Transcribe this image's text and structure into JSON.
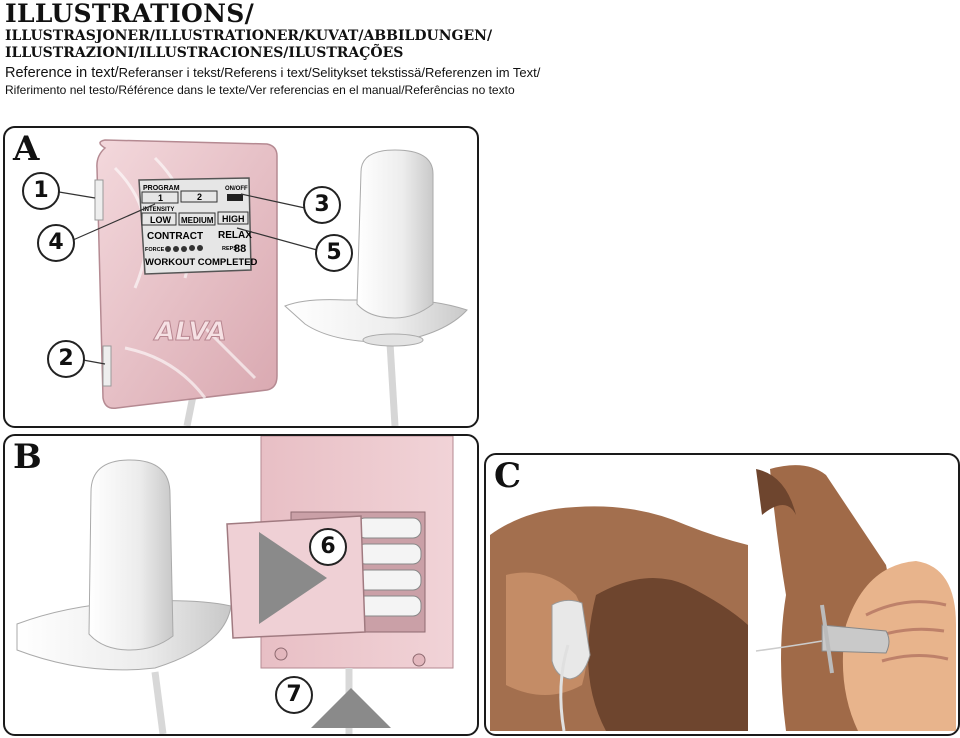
{
  "header": {
    "title": "ILLUSTRATIONS/",
    "line2": "ILLUSTRASJONER/ILLUSTRATIONER/KUVAT/ABBILDUNGEN/",
    "line3": "ILLUSTRAZIONI/ILLUSTRACIONES/ILUSTRAÇÕES",
    "ref_lead": "Reference in text/",
    "ref_rest": "Referanser i tekst/Referens i text/Selitykset tekstissä/Referenzen im Text/",
    "ref_line2": "Riferimento nel testo/Référence dans le texte/Ver referencias en el manual/Referências no texto"
  },
  "panels": {
    "a": {
      "label": "A"
    },
    "b": {
      "label": "B"
    },
    "c": {
      "label": "C"
    }
  },
  "callouts": [
    "1",
    "2",
    "3",
    "4",
    "5",
    "6",
    "7"
  ],
  "device": {
    "brand": "ALVA",
    "program_label": "PROGRAM",
    "program_1": "1",
    "program_2": "2",
    "onoff_label": "ON/OFF",
    "intensity_label": "INTENSITY",
    "low": "LOW",
    "medium": "MEDIUM",
    "high": "HIGH",
    "contract": "CONTRACT",
    "relax": "RELAX",
    "force": "FORCE",
    "reps": "REPS",
    "reps_value": "88",
    "workout": "WORKOUT COMPLETED"
  },
  "colors": {
    "device_pink": "#e9c3c9",
    "skin_dark": "#8a5b3c",
    "skin_light": "#c48c66",
    "probe_white": "#f2f2f2"
  }
}
